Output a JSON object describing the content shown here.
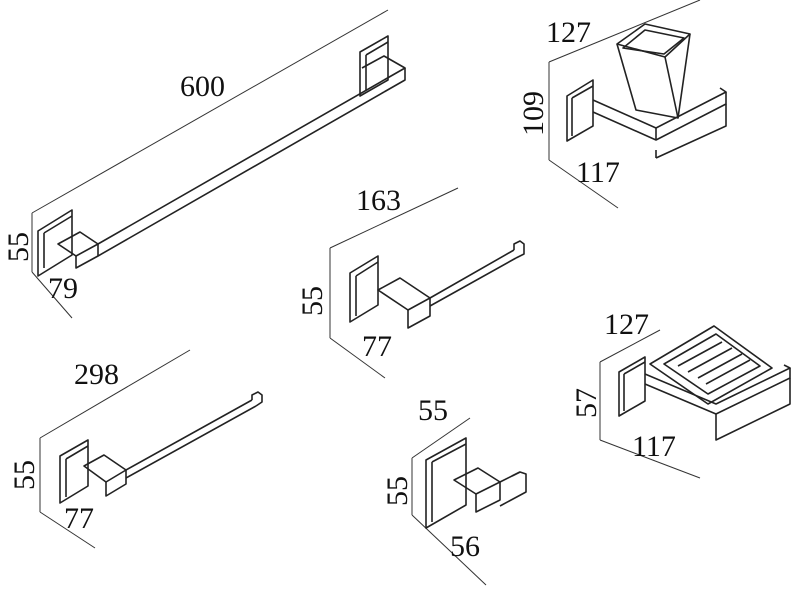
{
  "towel_bar": {
    "length": "600",
    "height": "55",
    "depth": "79"
  },
  "tumbler_holder": {
    "width": "127",
    "height": "109",
    "depth": "117"
  },
  "paper_holder": {
    "length": "163",
    "height": "55",
    "depth": "77"
  },
  "towel_ring": {
    "length": "298",
    "height": "55",
    "depth": "77"
  },
  "robe_hook": {
    "width": "55",
    "height": "55",
    "depth": "56"
  },
  "soap_dish": {
    "width": "127",
    "height": "57",
    "depth": "117"
  }
}
